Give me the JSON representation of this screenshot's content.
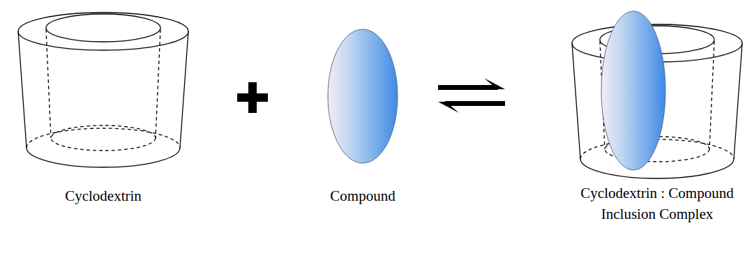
{
  "diagram": {
    "labels": [
      "Cyclodextrin",
      "Compound",
      "Cyclodextrin : Compound Inclusion Complex"
    ]
  }
}
